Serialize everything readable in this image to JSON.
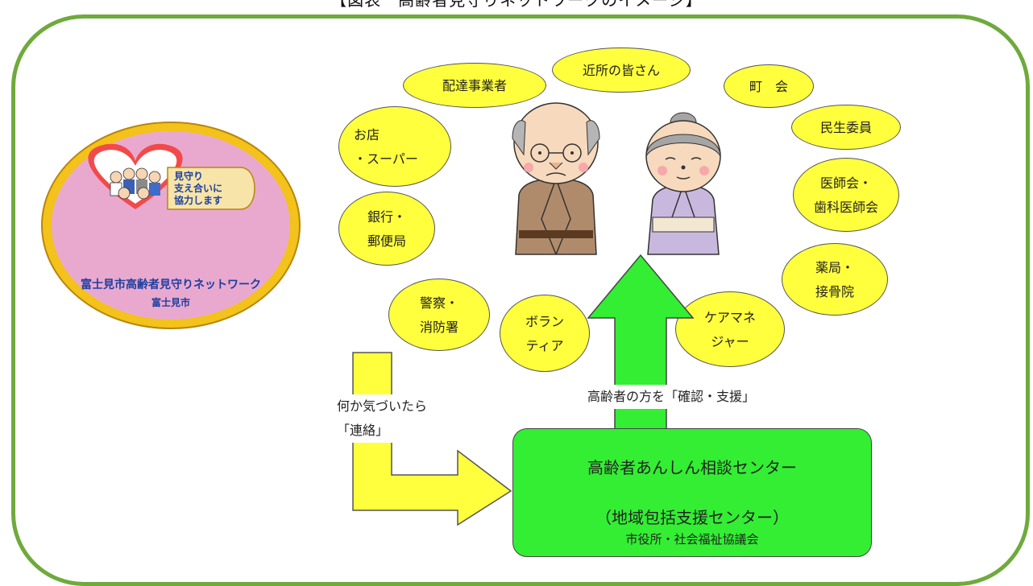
{
  "header": {
    "title": "【図表　高齢者見守りネットワークのイメージ】"
  },
  "badge": {
    "slogan_line1": "見守り",
    "slogan_line2": "支え合いに",
    "slogan_line3": "協力します",
    "network_name": "富士見市高齢者見守りネットワーク",
    "city": "富士見市"
  },
  "participants": [
    {
      "id": "neighbors",
      "label": "近所の皆さん"
    },
    {
      "id": "delivery",
      "label": "配達事業者"
    },
    {
      "id": "town",
      "label": "町　会"
    },
    {
      "id": "welfare",
      "label": "民生委員"
    },
    {
      "id": "shop",
      "label": "お店\n・スーパー"
    },
    {
      "id": "medical",
      "label": "医師会・\n歯科医師会"
    },
    {
      "id": "bank",
      "label": "銀行・\n郵便局"
    },
    {
      "id": "pharmacy",
      "label": "薬局・\n接骨院"
    },
    {
      "id": "police",
      "label": "警察・\n消防署"
    },
    {
      "id": "volunteer",
      "label": "ボラン\nティア"
    },
    {
      "id": "caremanager",
      "label": "ケアマネ\nジャー"
    }
  ],
  "flows": {
    "contact_label": "何か気づいたら\n「連絡」",
    "support_label": "高齢者の方を「確認・支援」"
  },
  "center": {
    "name": "高齢者あんしん相談センター",
    "subtitle": "（地域包括支援センター）",
    "operators": "市役所・社会福祉協議会"
  },
  "colors": {
    "frame": "#6faa3c",
    "bubble": "#ffff3d",
    "center_box": "#33ee33",
    "yellow_arrow": "#ffff3d",
    "green_arrow": "#33ee33"
  }
}
